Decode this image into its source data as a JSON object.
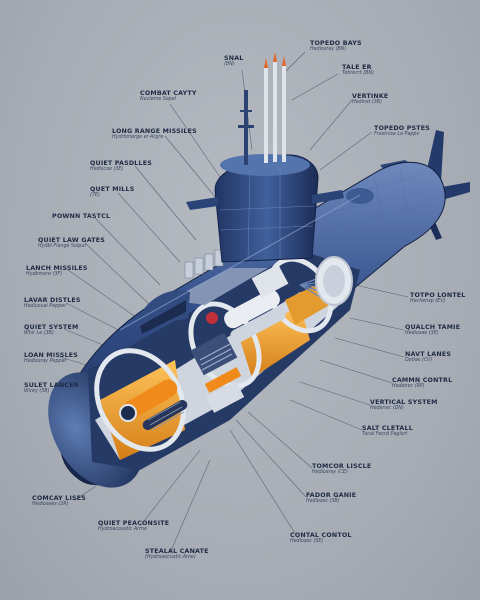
{
  "labels": [
    {
      "id": "l1",
      "title": "SNAL",
      "sub": "(BN)"
    },
    {
      "id": "l2",
      "title": "TOPEDO BAYS",
      "sub": "Hediosray (BN)"
    },
    {
      "id": "l3",
      "title": "TALE ER",
      "sub": "Tohrecrt (BN)"
    },
    {
      "id": "l4",
      "title": "VERTINKE",
      "sub": "Hedinst (3B)"
    },
    {
      "id": "l5",
      "title": "COMBAT CAYTY",
      "sub": "Nucleme Sopel"
    },
    {
      "id": "l6",
      "title": "TOPEDO PSTES",
      "sub": "Frestnise Le Papps"
    },
    {
      "id": "l7",
      "title": "LONG RANGE MISSILES",
      "sub": "Hydrbmarge er Argre"
    },
    {
      "id": "l8",
      "title": "QUIET PASDLLES",
      "sub": "Hediscoe (3E)"
    },
    {
      "id": "l9",
      "title": "QUET MILLS",
      "sub": "(7E)"
    },
    {
      "id": "l10",
      "title": "POWNN TASTCL",
      "sub": ""
    },
    {
      "id": "l11",
      "title": "QUIET LAW GATES",
      "sub": "Hydbl Flange Solpur"
    },
    {
      "id": "l12",
      "title": "LANCH MISSILES",
      "sub": "Hydbmere (3F)"
    },
    {
      "id": "l13",
      "title": "TOTPO LONTEL",
      "sub": "Hechensp (EV)"
    },
    {
      "id": "l14",
      "title": "LAVAR DISTLES",
      "sub": "Hediusuai Pepper"
    },
    {
      "id": "l15",
      "title": "QUALCH TAMIE",
      "sub": "Hediosae (3E)"
    },
    {
      "id": "l16",
      "title": "QUIET SYSTEM",
      "sub": "Whir Le (3B)"
    },
    {
      "id": "l17",
      "title": "NAVT LANES",
      "sub": "Detlas (CV)"
    },
    {
      "id": "l18",
      "title": "LOAN MISSLES",
      "sub": "Hediosray Pepper"
    },
    {
      "id": "l19",
      "title": "CAMMN CONTRL",
      "sub": "Hedenec (RP)"
    },
    {
      "id": "l20",
      "title": "SULET LANCER",
      "sub": "Wirey (5B)"
    },
    {
      "id": "l21",
      "title": "VERTICAL SYSTEM",
      "sub": "Hedenec (DN)"
    },
    {
      "id": "l22",
      "title": "SALT CLETALL",
      "sub": "Tocal Fecrd Paglsrt"
    },
    {
      "id": "l23",
      "title": "TOMCOR LISCLE",
      "sub": "Hediosray (CE)"
    },
    {
      "id": "l24",
      "title": "COMCAY LISES",
      "sub": "Hediosees (2R)"
    },
    {
      "id": "l25",
      "title": "FADOR GANIE",
      "sub": "Hediosec (3B)"
    },
    {
      "id": "l26",
      "title": "QUIET PEACONSITE",
      "sub": "Hydroacoustic Arrne"
    },
    {
      "id": "l27",
      "title": "CONTAL CONTOL",
      "sub": "Hediosec (SE)"
    },
    {
      "id": "l28",
      "title": "STEALAL CANATE",
      "sub": "(Hydroaocustic Arne)"
    }
  ],
  "colors": {
    "hull": "#2f4677",
    "hull_dark": "#1d2d52",
    "hull_light": "#5873a8",
    "interior": "#f0a93a",
    "interior_dark": "#c47a1c",
    "frame": "#dfe3ea",
    "line": "#5a6170"
  }
}
